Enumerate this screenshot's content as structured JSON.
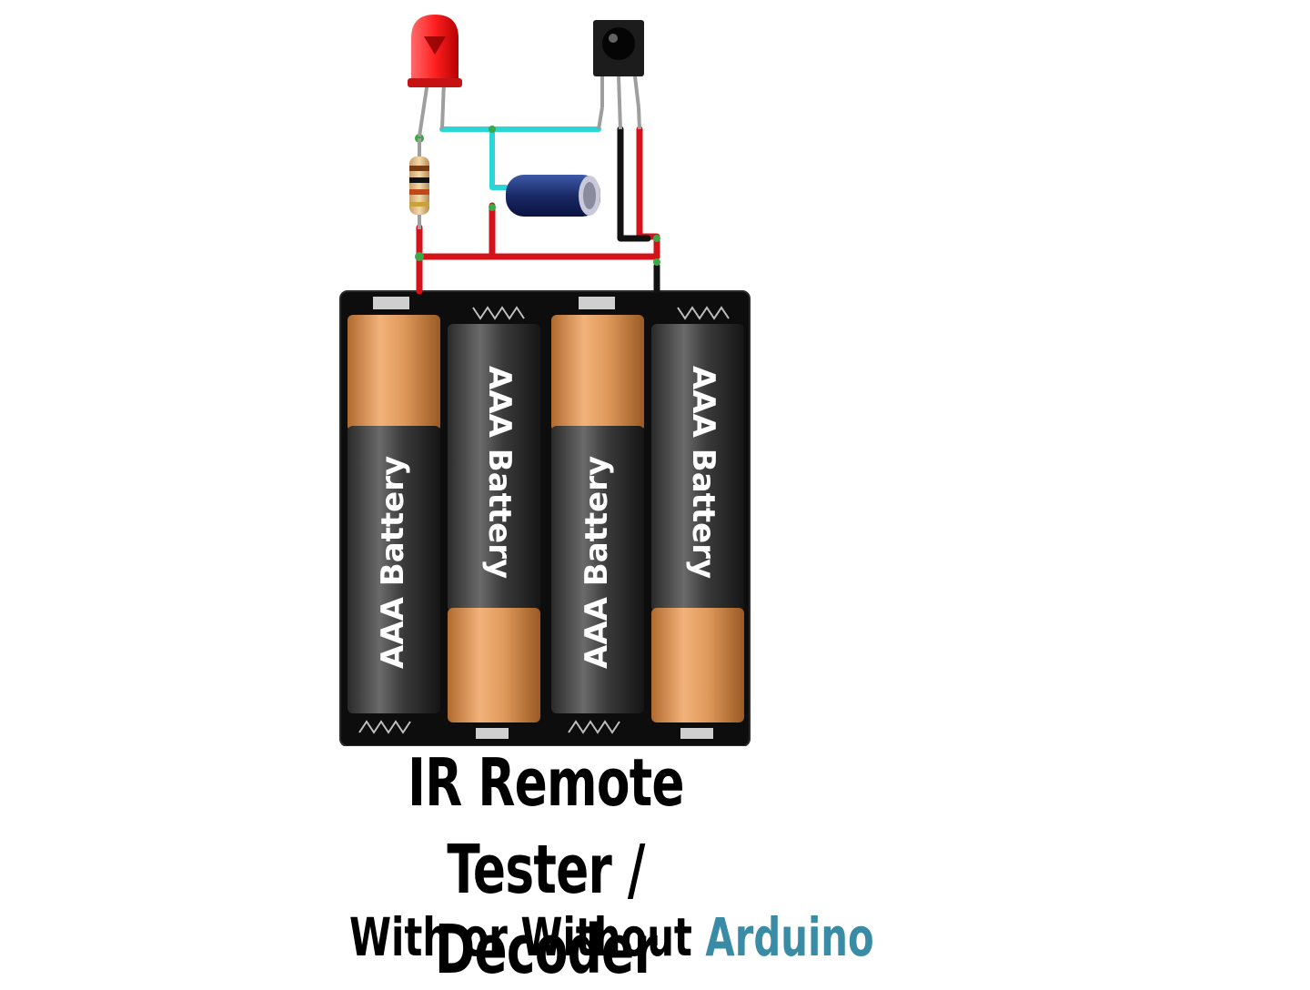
{
  "diagram": {
    "battery_label": "AAA Battery",
    "battery_labels": [
      "AAA Battery",
      "AAA Battery",
      "AAA Battery",
      "AAA Battery"
    ]
  },
  "title": {
    "line1": "IR Remote",
    "line2": "Tester / Decoder",
    "subtitle_prefix": "With or Without",
    "subtitle_accent": "Arduino"
  },
  "colors": {
    "positive_wire": "#d3121a",
    "negative_wire": "#111111",
    "signal_wire": "#2bd6d6",
    "led": "#e81e1e",
    "accent": "#3a8ba5"
  }
}
